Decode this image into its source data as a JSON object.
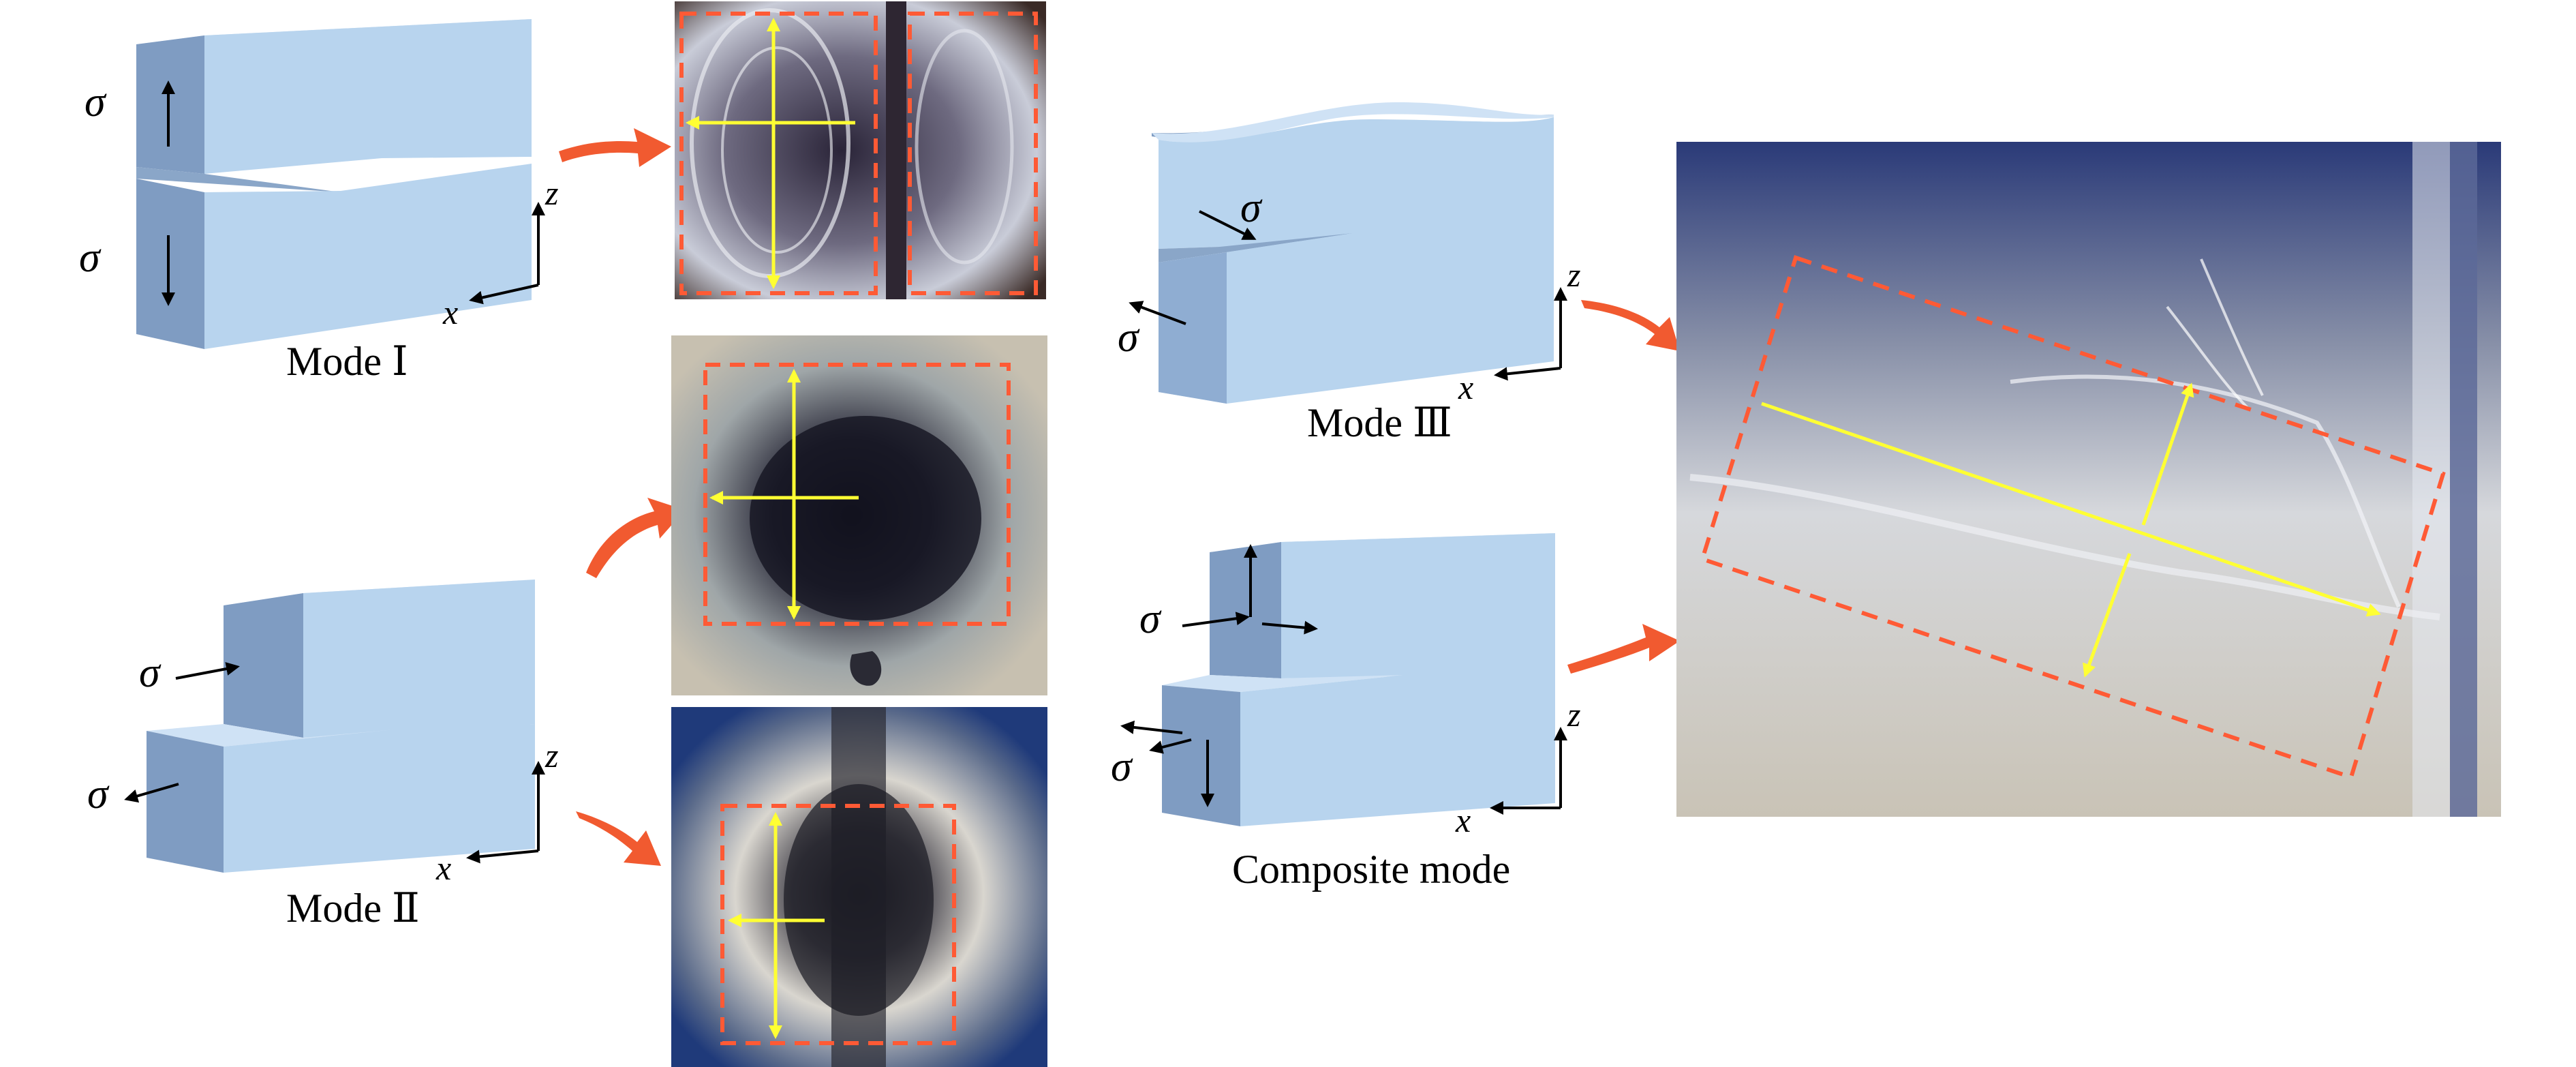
{
  "labels": {
    "mode1": "Mode Ⅰ",
    "mode2": "Mode Ⅱ",
    "mode3": "Mode Ⅲ",
    "composite": "Composite mode"
  },
  "symbols": {
    "stress": "σ",
    "axis_x": "x",
    "axis_z": "z"
  },
  "colors": {
    "block_front": "#b8d4ee",
    "block_top": "#cfe2f5",
    "block_side": "#7f9cc2",
    "callout_arrow": "#f15a30",
    "dashed_frame": "#ff5a35",
    "direction_arrow": "#ffff33"
  }
}
